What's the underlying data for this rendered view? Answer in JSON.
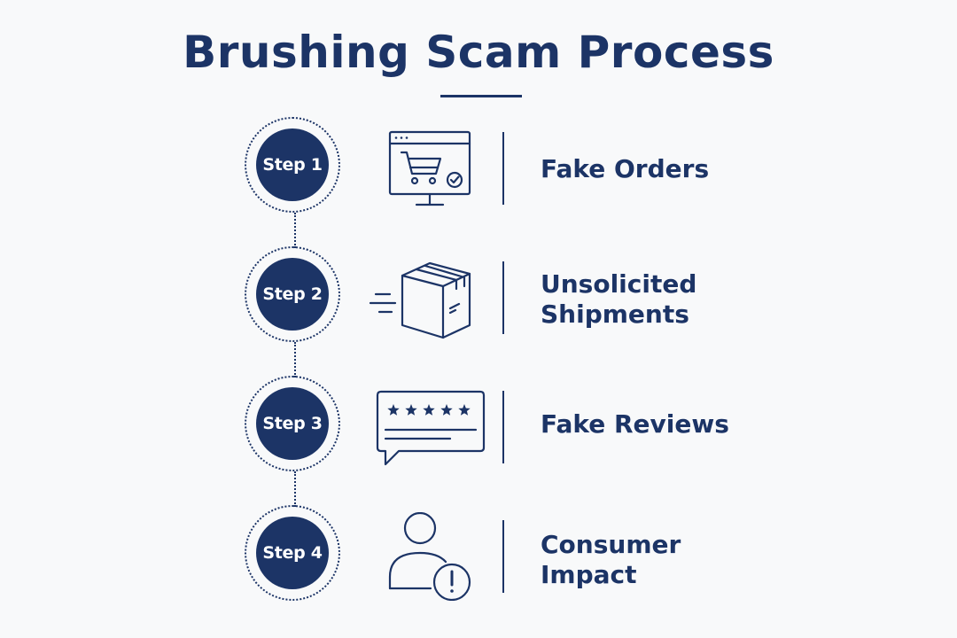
{
  "title": "Brushing Scam Process",
  "steps": [
    {
      "badge": "Step 1",
      "label": "Fake Orders",
      "icon": "shopping-cart-monitor-icon"
    },
    {
      "badge": "Step 2",
      "label": "Unsolicited\nShipments",
      "icon": "shipping-box-icon"
    },
    {
      "badge": "Step 3",
      "label": "Fake Reviews",
      "icon": "review-stars-icon"
    },
    {
      "badge": "Step 4",
      "label": "Consumer\nImpact",
      "icon": "user-alert-icon"
    }
  ],
  "colors": {
    "primary": "#1c3466",
    "background": "#f8f9fa"
  }
}
